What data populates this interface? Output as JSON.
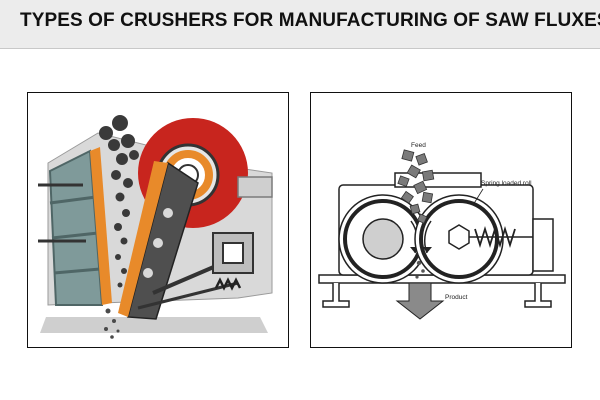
{
  "header": {
    "title": "TYPES OF CRUSHERS FOR MANUFACTURING OF SAW FLUXES"
  },
  "jaw_crusher": {
    "caption": ""
  },
  "roll_crusher": {
    "feed_label": "Feed",
    "roll_label": "Spring loaded roll",
    "product_label": "Product"
  },
  "colors": {
    "header_bg": "#ececec",
    "machine_gray": "#d9d9d9",
    "flywheel_red": "#c8251e",
    "jaw_orange": "#e88a2a",
    "frame_teal": "#5f7878",
    "rock_dark": "#3a3a3a"
  },
  "icons": [
    "jaw-crusher-illustration",
    "roll-crusher-schematic",
    "product-arrow"
  ]
}
